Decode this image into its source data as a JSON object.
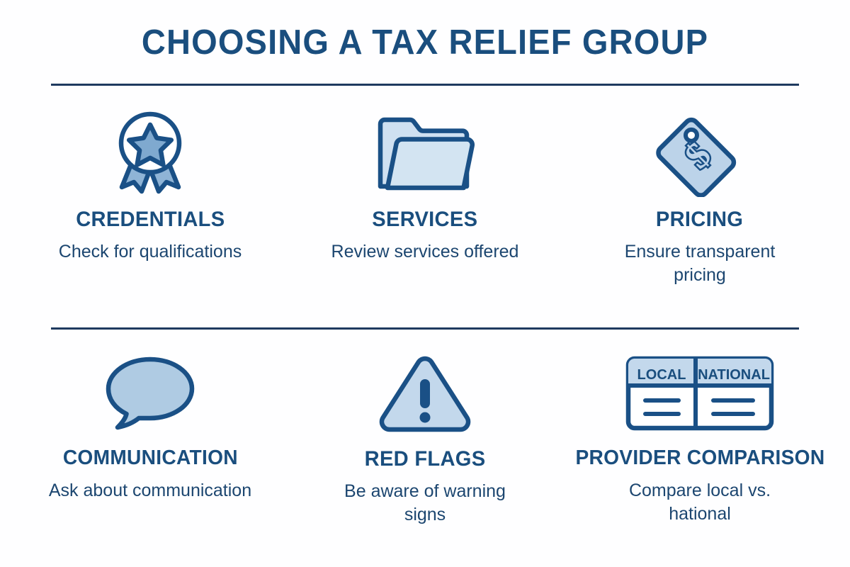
{
  "title": "CHOOSING A TAX RELIEF GROUP",
  "colors": {
    "background": "#fefeff",
    "title": "#1a4e7e",
    "heading": "#1a4e7e",
    "body_text": "#1c4670",
    "divider": "#1e3a5f",
    "icon_stroke": "#1a5086",
    "icon_fill_light": "#d3e4f2",
    "icon_fill_medium": "#afcbe3"
  },
  "rows": [
    {
      "cards": [
        {
          "icon": "award-ribbon-icon",
          "heading": "CREDENTIALS",
          "description": "Check for qualifications"
        },
        {
          "icon": "folder-icon",
          "heading": "SERVICES",
          "description": "Review services offered"
        },
        {
          "icon": "price-tag-icon",
          "heading": "PRICING",
          "description": "Ensure transparent pricing"
        }
      ]
    },
    {
      "cards": [
        {
          "icon": "speech-bubble-icon",
          "heading": "COMMUNICATION",
          "description": "Ask about communication"
        },
        {
          "icon": "warning-triangle-icon",
          "heading": "RED FLAGS",
          "description": "Be aware of warning signs"
        },
        {
          "icon": "comparison-table-icon",
          "heading": "PROVIDER COMPARISON",
          "description": "Compare local vs. hational",
          "table_headers": [
            "LOCAL",
            "NATIONAL"
          ]
        }
      ]
    }
  ]
}
